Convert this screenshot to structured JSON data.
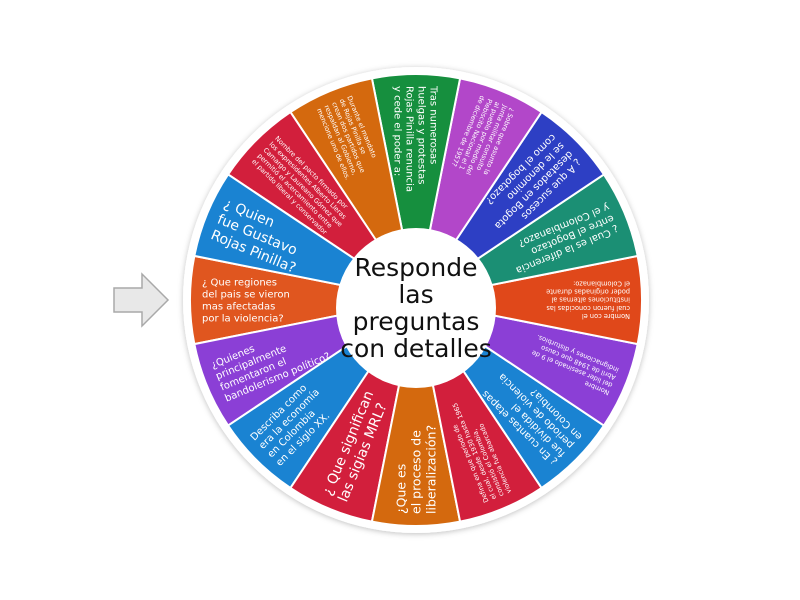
{
  "wheel": {
    "center_title": "Responde las preguntas con detalles",
    "pointer_icon": "arrow-right-pointer-icon",
    "segments": [
      {
        "color": "#e0561f",
        "size": "small",
        "lines": [
          "¿ Que regiones",
          "del pais se vieron",
          "mas afectadas",
          "por la violencia?"
        ]
      },
      {
        "color": "#8b3fd6",
        "size": "small",
        "lines": [
          "¿Quienes",
          "principalmente",
          "fomentaron el",
          "bandolerismo político?"
        ]
      },
      {
        "color": "#1a83d2",
        "size": "small",
        "lines": [
          "Describa como",
          "era la economía",
          "en Colombia",
          "en el siglo XX."
        ]
      },
      {
        "color": "#d21f3c",
        "size": "big",
        "lines": [
          "¿ Que significan",
          "las sigias MRL?"
        ]
      },
      {
        "color": "#d4690e",
        "size": "mid",
        "lines": [
          "¿Que es",
          "el proceso de",
          "liberalización?"
        ]
      },
      {
        "color": "#d21f3c",
        "size": "tiny",
        "lines": [
          "Defina en que periodo de",
          "el cual, desde 1930 hasta 1965",
          "consistió el Colombia,",
          "violencia fue abarcado"
        ]
      },
      {
        "color": "#1a83d2",
        "size": "small",
        "lines": [
          "¿ En cuantas etapas",
          "fue dividida el",
          "periodo de violencia",
          "en Colombia?"
        ]
      },
      {
        "color": "#8b3fd6",
        "size": "tiny",
        "lines": [
          "Nombre",
          "del lider asesinado el 9 de",
          "Abril de 1948 que causo",
          "indignaciones y disturbios."
        ]
      },
      {
        "color": "#e0481a",
        "size": "tiny",
        "lines": [
          "Nombre con el",
          "cual fueron conocidas las",
          "instituciones alternas al",
          "poder originadas durante",
          "el Colombianazo:"
        ]
      },
      {
        "color": "#1b8f74",
        "size": "small",
        "lines": [
          "¿ Cual es la diferencia",
          "entre el Bogotazo",
          "y el Colombianazo?"
        ]
      },
      {
        "color": "#2d3fc4",
        "size": "small",
        "lines": [
          "¿ A que sucesos",
          "desatados en Bogota",
          "se le denomino",
          "como el bogotazo?"
        ]
      },
      {
        "color": "#b247c9",
        "size": "tiny",
        "lines": [
          "¿ Sobre que asunto la",
          "Junta militar consulto",
          "al pueblo por medio del",
          "Plebiscito Nacional el 1",
          "de diciembre de 1957?"
        ]
      },
      {
        "color": "#168f3e",
        "size": "small",
        "lines": [
          "Tras numerosas",
          "huelgas y protestas",
          "Rojas Pinilla renuncia",
          "y cede el poder a:"
        ]
      },
      {
        "color": "#d4690e",
        "size": "tiny",
        "lines": [
          "Durante el mandato",
          "de Rojas Pinilla se",
          "crean dos partidos que",
          "respaldan al Gobierno,",
          "mencione uno de ellos."
        ]
      },
      {
        "color": "#d21f3c",
        "size": "tiny",
        "lines": [
          "Nombre del pacto firmado por",
          "los expresidentes Alberto Lleras",
          "Camargo y Laureano Gómez que",
          "permitió el acercamiento entre",
          "el partido liberal y conservador"
        ]
      },
      {
        "color": "#1a83d2",
        "size": "big",
        "lines": [
          "¿ Quien",
          "fue Gustavo",
          "Rojas Pinilla?"
        ]
      }
    ]
  },
  "colors": {
    "rim": "#ffffff",
    "pointer_fill": "#e8e8e8",
    "pointer_stroke": "#a9a9a9"
  }
}
